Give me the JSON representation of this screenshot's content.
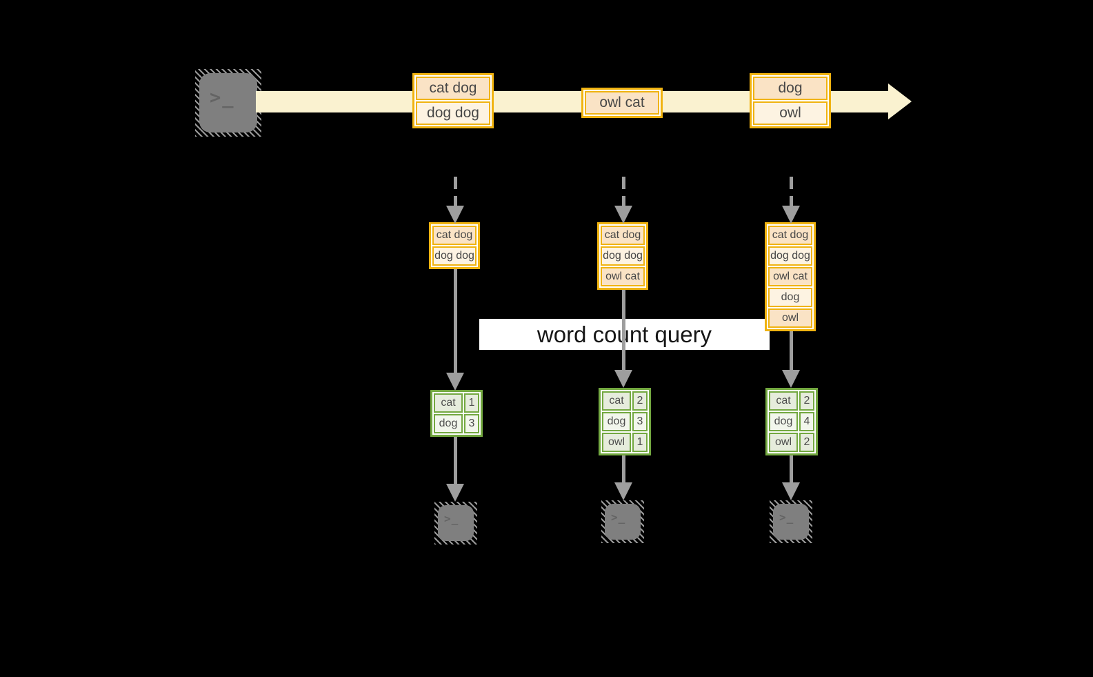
{
  "diagram": {
    "title_hidden": "",
    "terminal_glyph": ">_",
    "banner": {
      "label": "word count query"
    },
    "stream_events": [
      {
        "rows": [
          "cat dog",
          "dog dog"
        ]
      },
      {
        "rows": [
          "owl cat"
        ]
      },
      {
        "rows": [
          "dog",
          "owl"
        ]
      }
    ],
    "columns": [
      {
        "state_rows": [
          "cat dog",
          "dog dog"
        ],
        "counts": [
          {
            "word": "cat",
            "count": "1"
          },
          {
            "word": "dog",
            "count": "3"
          }
        ]
      },
      {
        "state_rows": [
          "cat dog",
          "dog dog",
          "owl cat"
        ],
        "counts": [
          {
            "word": "cat",
            "count": "2"
          },
          {
            "word": "dog",
            "count": "3"
          },
          {
            "word": "owl",
            "count": "1"
          }
        ]
      },
      {
        "state_rows": [
          "cat dog",
          "dog dog",
          "owl cat",
          "dog",
          "owl"
        ],
        "counts": [
          {
            "word": "cat",
            "count": "2"
          },
          {
            "word": "dog",
            "count": "4"
          },
          {
            "word": "owl",
            "count": "2"
          }
        ]
      }
    ],
    "colors": {
      "gold": "#F0B310",
      "peach": "#FAE3C5",
      "cream": "#FDF3E2",
      "band": "#FAF2D0",
      "green": "#73A840",
      "gdark": "#E6ECDC",
      "glight": "#F2F6EC",
      "arrow": "#9E9E9E",
      "termgray": "#7F7F7F"
    }
  }
}
